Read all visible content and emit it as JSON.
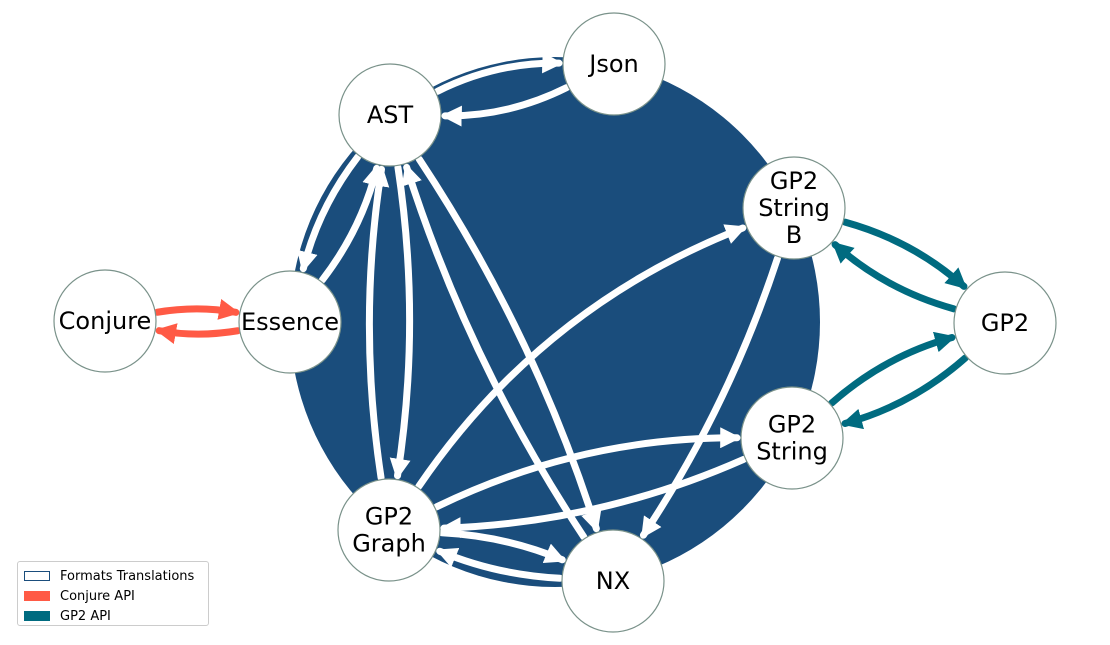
{
  "diagram": {
    "colors": {
      "background_disk": "#1a4d7c",
      "node_fill": "#ffffff",
      "node_stroke": "#7a928a",
      "format_edge": "#ffffff",
      "conjure_edge": "#ff5a45",
      "gp2_edge": "#006b80"
    },
    "nodes": [
      {
        "id": "json",
        "lines": [
          "Json"
        ]
      },
      {
        "id": "ast",
        "lines": [
          "AST"
        ]
      },
      {
        "id": "gp2sb",
        "lines": [
          "GP2",
          "String",
          "B"
        ]
      },
      {
        "id": "conjure",
        "lines": [
          "Conjure"
        ]
      },
      {
        "id": "essence",
        "lines": [
          "Essence"
        ]
      },
      {
        "id": "gp2",
        "lines": [
          "GP2"
        ]
      },
      {
        "id": "gp2s",
        "lines": [
          "GP2",
          "String"
        ]
      },
      {
        "id": "gp2g",
        "lines": [
          "GP2",
          "Graph"
        ]
      },
      {
        "id": "nx",
        "lines": [
          "NX"
        ]
      }
    ],
    "edges": [
      {
        "from": "ast",
        "to": "json",
        "kind": "format"
      },
      {
        "from": "json",
        "to": "ast",
        "kind": "format"
      },
      {
        "from": "ast",
        "to": "essence",
        "kind": "format"
      },
      {
        "from": "essence",
        "to": "ast",
        "kind": "format"
      },
      {
        "from": "ast",
        "to": "gp2g",
        "kind": "format"
      },
      {
        "from": "gp2g",
        "to": "ast",
        "kind": "format"
      },
      {
        "from": "ast",
        "to": "nx",
        "kind": "format"
      },
      {
        "from": "nx",
        "to": "ast",
        "kind": "format"
      },
      {
        "from": "gp2g",
        "to": "gp2sb",
        "kind": "format"
      },
      {
        "from": "gp2sb",
        "to": "nx",
        "kind": "format"
      },
      {
        "from": "gp2g",
        "to": "gp2s",
        "kind": "format"
      },
      {
        "from": "gp2s",
        "to": "gp2g",
        "kind": "format"
      },
      {
        "from": "gp2g",
        "to": "nx",
        "kind": "format"
      },
      {
        "from": "nx",
        "to": "gp2g",
        "kind": "format"
      },
      {
        "from": "conjure",
        "to": "essence",
        "kind": "conjure"
      },
      {
        "from": "essence",
        "to": "conjure",
        "kind": "conjure"
      },
      {
        "from": "gp2sb",
        "to": "gp2",
        "kind": "gp2"
      },
      {
        "from": "gp2",
        "to": "gp2sb",
        "kind": "gp2"
      },
      {
        "from": "gp2s",
        "to": "gp2",
        "kind": "gp2"
      },
      {
        "from": "gp2",
        "to": "gp2s",
        "kind": "gp2"
      }
    ]
  },
  "legend": {
    "items": [
      {
        "label": "Formats Translations",
        "color": "#1a4d7c",
        "style": "outline"
      },
      {
        "label": "Conjure API",
        "color": "#ff5a45",
        "style": "filled"
      },
      {
        "label": "GP2 API",
        "color": "#006b80",
        "style": "filled"
      }
    ]
  }
}
